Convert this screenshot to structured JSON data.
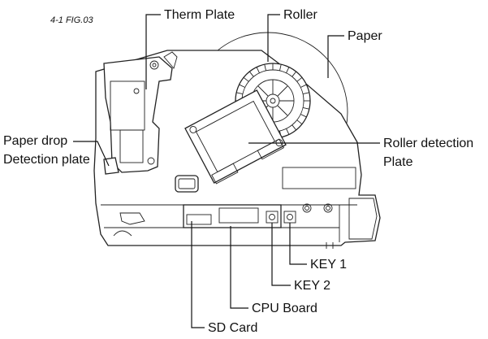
{
  "figure": {
    "number": "4-1 FIG.03"
  },
  "labels": {
    "therm_plate": "Therm Plate",
    "roller": "Roller",
    "paper": "Paper",
    "paper_drop_1": "Paper drop",
    "paper_drop_2": "Detection plate",
    "roller_detection_1": "Roller detection",
    "roller_detection_2": "Plate",
    "key1": "KEY 1",
    "key2": "KEY 2",
    "cpu_board": "CPU Board",
    "sd_card": "SD Card"
  }
}
